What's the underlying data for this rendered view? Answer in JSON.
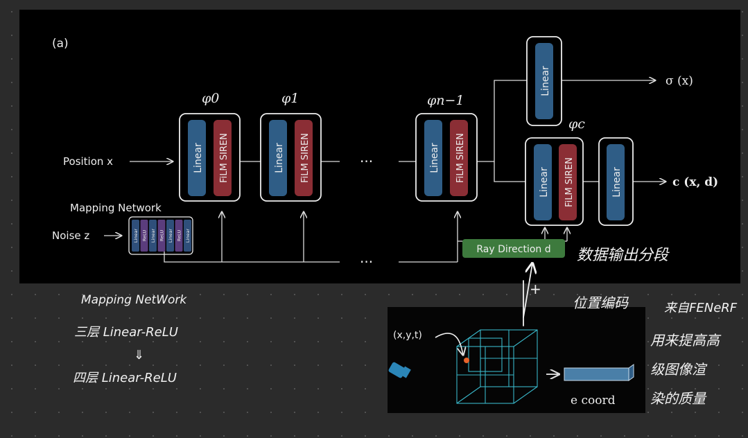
{
  "panel": {
    "label": "(a)",
    "inputs": {
      "position": "Position x",
      "noise": "Noise z",
      "mapping_title": "Mapping Network"
    },
    "phi": [
      "φ0",
      "φ1",
      "φn−1",
      "φc"
    ],
    "ellipsis": "···",
    "block_linear": "Linear",
    "block_film": "FiLM SIREN",
    "mapping_cells": [
      "Linear",
      "ReLU",
      "Linear",
      "ReLU",
      "Linear",
      "ReLU",
      "Linear"
    ],
    "ray_direction": "Ray Direction d",
    "outputs": {
      "sigma": "σ (x)",
      "color": "c (x, d)"
    },
    "colors": {
      "linear": "#2f5d86",
      "film": "#8b2e35",
      "ray": "#3d7a3d",
      "mapping_a": "#2f4f7a",
      "mapping_b": "#5b3d7d"
    }
  },
  "inset": {
    "coord_label": "(x,y,t)",
    "embedding_label": "e coord"
  },
  "annotations": {
    "mapping_heading": "Mapping NetWork",
    "three_layers": "三层 Linear-ReLU",
    "arrow": "⇓",
    "four_layers": "四层 Linear-ReLU",
    "plus": "+",
    "positional_encoding": "位置编码",
    "data_output": "数据输出分段",
    "nerf_note": [
      "来自FENeRF",
      "用来提高高",
      "级图像渲",
      "染的质量"
    ]
  }
}
